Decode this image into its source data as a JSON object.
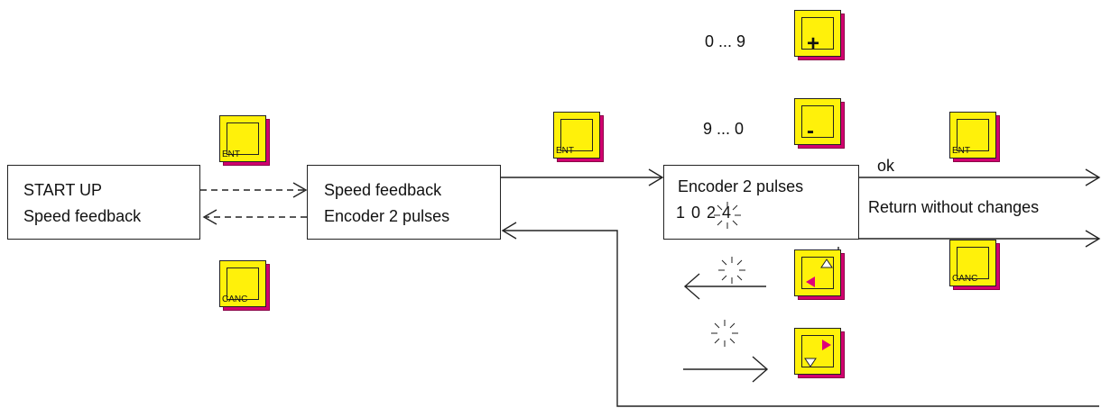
{
  "boxes": {
    "start": {
      "line1": "START UP",
      "line2": "Speed feedback"
    },
    "menu": {
      "line1": "Speed feedback",
      "line2": "Encoder 2 pulses"
    },
    "edit": {
      "line1": "Encoder 2 pulses",
      "line2": "1 0 2 4"
    }
  },
  "labels": {
    "range_up": "0 ... 9",
    "range_down": "9 ... 0",
    "ok": "ok",
    "return": "Return without changes"
  },
  "keys": {
    "ent": "ENT",
    "canc": "CANC",
    "plus": "+",
    "minus": "-"
  },
  "colors": {
    "key_face": "#fff10a",
    "key_shadow": "#d1006f",
    "arrow_pink": "#e0007a"
  }
}
